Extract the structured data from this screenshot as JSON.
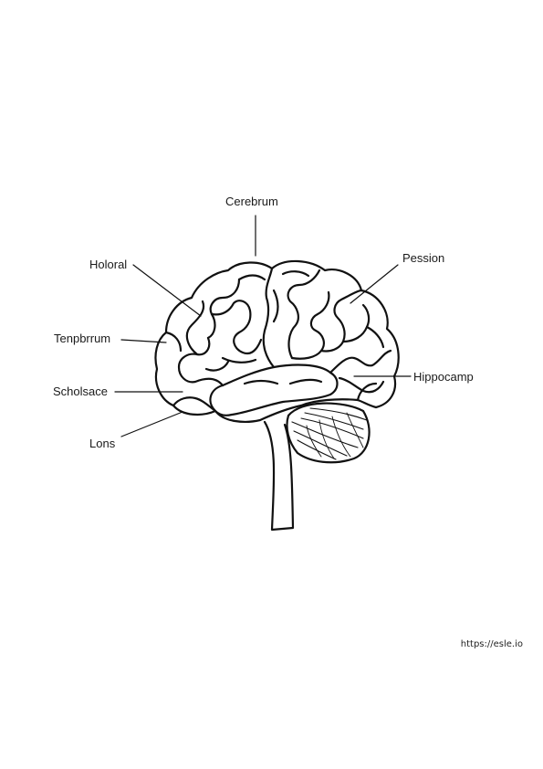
{
  "labels": {
    "cerebrum": "Cerebrum",
    "holoral": "Holoral",
    "tenpbrrum": "Tenpbrrum",
    "scholsace": "Scholsace",
    "lons": "Lons",
    "pession": "Pession",
    "hippocamp": "Hippocamp"
  },
  "watermark": "https://esle.io",
  "colors": {
    "stroke": "#111111",
    "background": "#ffffff"
  }
}
